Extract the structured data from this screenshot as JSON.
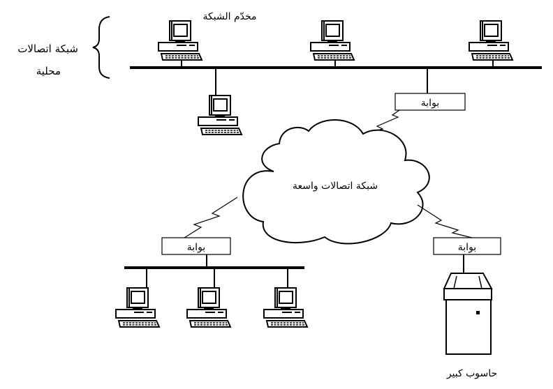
{
  "diagram": {
    "lan_label_line1": "شبكة اتصالات",
    "lan_label_line2": "محلية",
    "server_label": "مخدّم الشبكة",
    "wan_label": "شبكة اتصالات واسعة",
    "gateway_top_label": "بوابة",
    "gateway_left_label": "بوابة",
    "gateway_right_label": "بوابة",
    "mainframe_label": "حاسوب كبير"
  }
}
